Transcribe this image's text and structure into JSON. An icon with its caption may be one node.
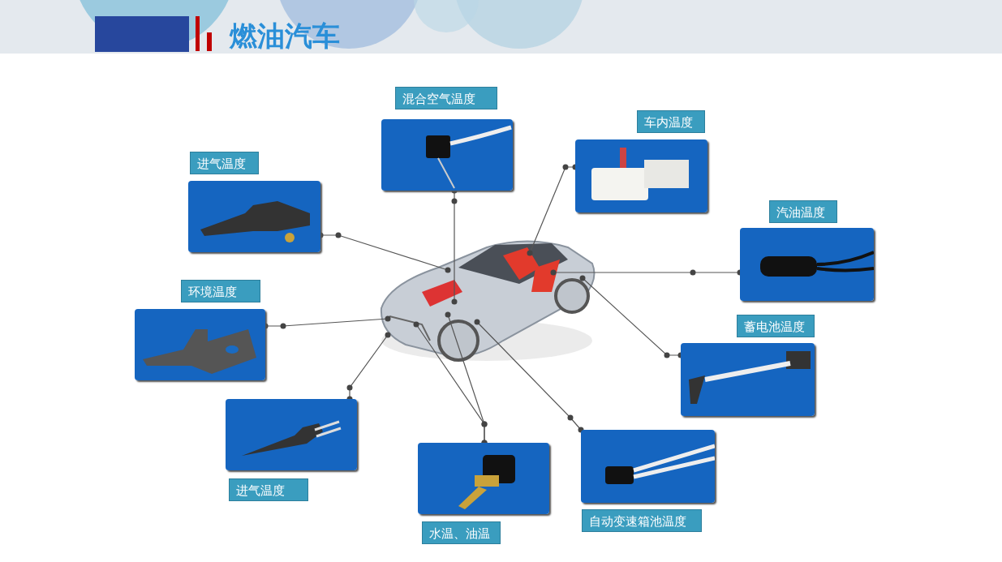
{
  "diagram": {
    "title": "燃油汽车",
    "nodes": [
      {
        "text": [
          "混合空气温度"
        ]
      },
      {
        "text": [],
        "shape": "picture"
      },
      {
        "text": [
          "车内温度"
        ]
      },
      {
        "text": [],
        "shape": "picture"
      },
      {
        "text": [
          "进气温度"
        ]
      },
      {
        "text": [],
        "shape": "picture"
      },
      {
        "text": [
          "汽油温度"
        ]
      },
      {
        "text": [],
        "shape": "picture"
      },
      {
        "text": [
          "环境温度"
        ]
      },
      {
        "text": [],
        "shape": "picture"
      },
      {
        "text": [
          "蓄电池温度"
        ]
      },
      {
        "text": [],
        "shape": "picture"
      },
      {
        "text": [],
        "shape": "picture"
      },
      {
        "text": [
          "进气温度"
        ]
      },
      {
        "text": [],
        "shape": "picture"
      },
      {
        "text": [
          "水温、油温"
        ]
      },
      {
        "text": [],
        "shape": "picture"
      },
      {
        "text": [
          "自动变速箱池温度"
        ]
      }
    ],
    "edges": [
      {
        "from": 1,
        "to": null,
        "arrow": "other"
      },
      {
        "from": 3,
        "to": null,
        "arrow": "other"
      },
      {
        "from": 5,
        "to": null,
        "arrow": "other"
      },
      {
        "from": 7,
        "to": null,
        "arrow": "other"
      },
      {
        "from": 9,
        "to": null,
        "arrow": "other"
      },
      {
        "from": 11,
        "to": null,
        "arrow": "other"
      },
      {
        "from": 12,
        "to": null,
        "arrow": "other"
      },
      {
        "from": 14,
        "to": null,
        "arrow": "other"
      },
      {
        "from": 14,
        "to": null,
        "arrow": "other"
      },
      {
        "from": 16,
        "to": null,
        "arrow": "other"
      }
    ]
  }
}
